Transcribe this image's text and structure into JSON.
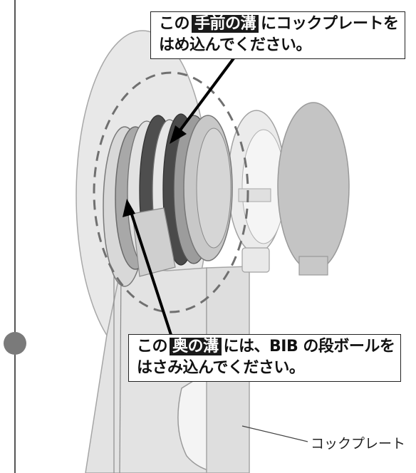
{
  "callouts": {
    "top": {
      "line1_pre": "この",
      "line1_highlight": "手前の溝",
      "line1_post": "にコックプレートを",
      "line2": "はめ込んでください。"
    },
    "bottom": {
      "line1_pre": "この",
      "line1_highlight": "奥の溝",
      "line1_post": "には、BIB の段ボールを",
      "line2": "はさみ込んでください。"
    }
  },
  "labels": {
    "cock_plate": "コックプレート"
  },
  "colors": {
    "outline": "#8a8a8a",
    "dark_ring": "#4a4a4a",
    "mid_gray": "#9a9a9a",
    "light_gray": "#d9d9d9",
    "plate": "#e6e6e6",
    "highlight_bg": "#1a1a1a",
    "timeline_dot": "#7a7a7a"
  }
}
